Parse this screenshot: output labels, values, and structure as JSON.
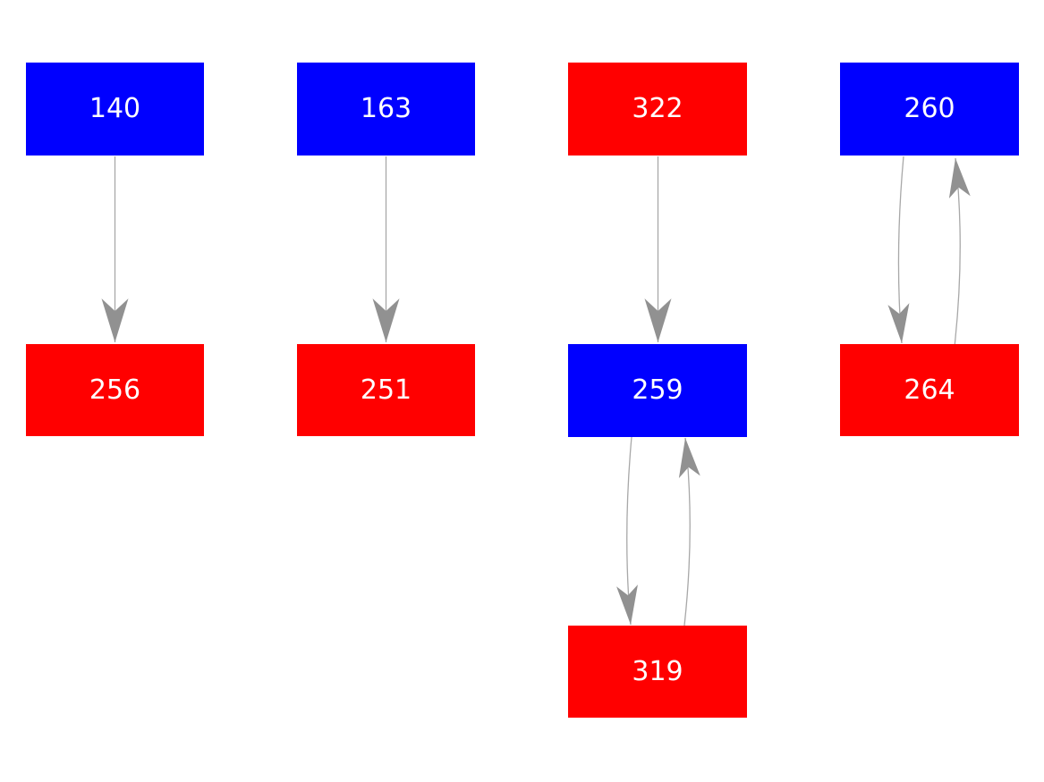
{
  "diagram": {
    "type": "directed-graph",
    "background": "#ffffff",
    "text_color": "#ffffff",
    "node_colors": {
      "blue": "#0000ff",
      "red": "#ff0000"
    },
    "edge_color": {
      "shaft": "#a8a8a8",
      "head": "#919191"
    },
    "nodes": [
      {
        "label": "140",
        "color": "#0000ff",
        "row": 1,
        "col": 1
      },
      {
        "label": "163",
        "color": "#0000ff",
        "row": 1,
        "col": 2
      },
      {
        "label": "322",
        "color": "#ff0000",
        "row": 1,
        "col": 3
      },
      {
        "label": "260",
        "color": "#0000ff",
        "row": 1,
        "col": 4
      },
      {
        "label": "256",
        "color": "#ff0000",
        "row": 2,
        "col": 1
      },
      {
        "label": "251",
        "color": "#ff0000",
        "row": 2,
        "col": 2
      },
      {
        "label": "259",
        "color": "#0000ff",
        "row": 2,
        "col": 3
      },
      {
        "label": "264",
        "color": "#ff0000",
        "row": 2,
        "col": 4
      },
      {
        "label": "319",
        "color": "#ff0000",
        "row": 3,
        "col": 3
      }
    ],
    "edges": [
      {
        "from": "140",
        "to": "256",
        "shape": "straight"
      },
      {
        "from": "163",
        "to": "251",
        "shape": "straight"
      },
      {
        "from": "322",
        "to": "259",
        "shape": "straight"
      },
      {
        "from": "259",
        "to": "319",
        "shape": "curved"
      },
      {
        "from": "319",
        "to": "259",
        "shape": "curved"
      },
      {
        "from": "260",
        "to": "264",
        "shape": "curved"
      },
      {
        "from": "264",
        "to": "260",
        "shape": "curved"
      }
    ]
  }
}
